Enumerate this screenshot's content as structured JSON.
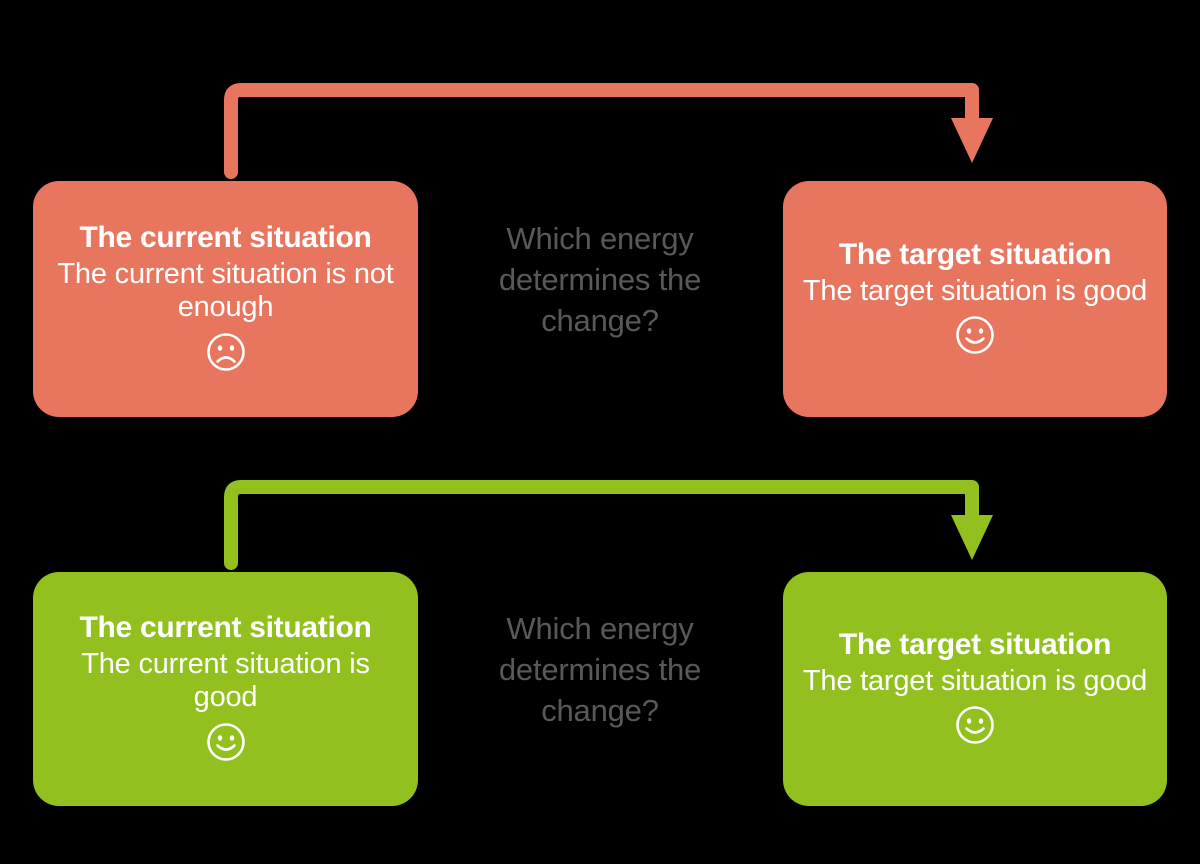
{
  "theme": {
    "background": "#000000",
    "row_top_color": "#E8765F",
    "row_bottom_color": "#92C01F",
    "card_text_color": "#FFFFFF",
    "question_text_color": "#595959"
  },
  "diagram": {
    "type": "flow",
    "rows": [
      {
        "id": "row-top",
        "accent": "#E8765F",
        "left_card": {
          "title": "The current situation",
          "body": "The current situation is not enough",
          "face": "sad-face-icon"
        },
        "question": "Which energy determines the change?",
        "right_card": {
          "title": "The target situation",
          "body": "The target situation is good",
          "face": "happy-face-icon"
        },
        "arrow": {
          "direction": "left-to-right",
          "head": "down"
        }
      },
      {
        "id": "row-bottom",
        "accent": "#92C01F",
        "left_card": {
          "title": "The current situation",
          "body": "The current situation is good",
          "face": "happy-face-icon"
        },
        "question": "Which energy determines the change?",
        "right_card": {
          "title": "The target situation",
          "body": "The target situation is good",
          "face": "happy-face-icon"
        },
        "arrow": {
          "direction": "left-to-right",
          "head": "down"
        }
      }
    ]
  }
}
